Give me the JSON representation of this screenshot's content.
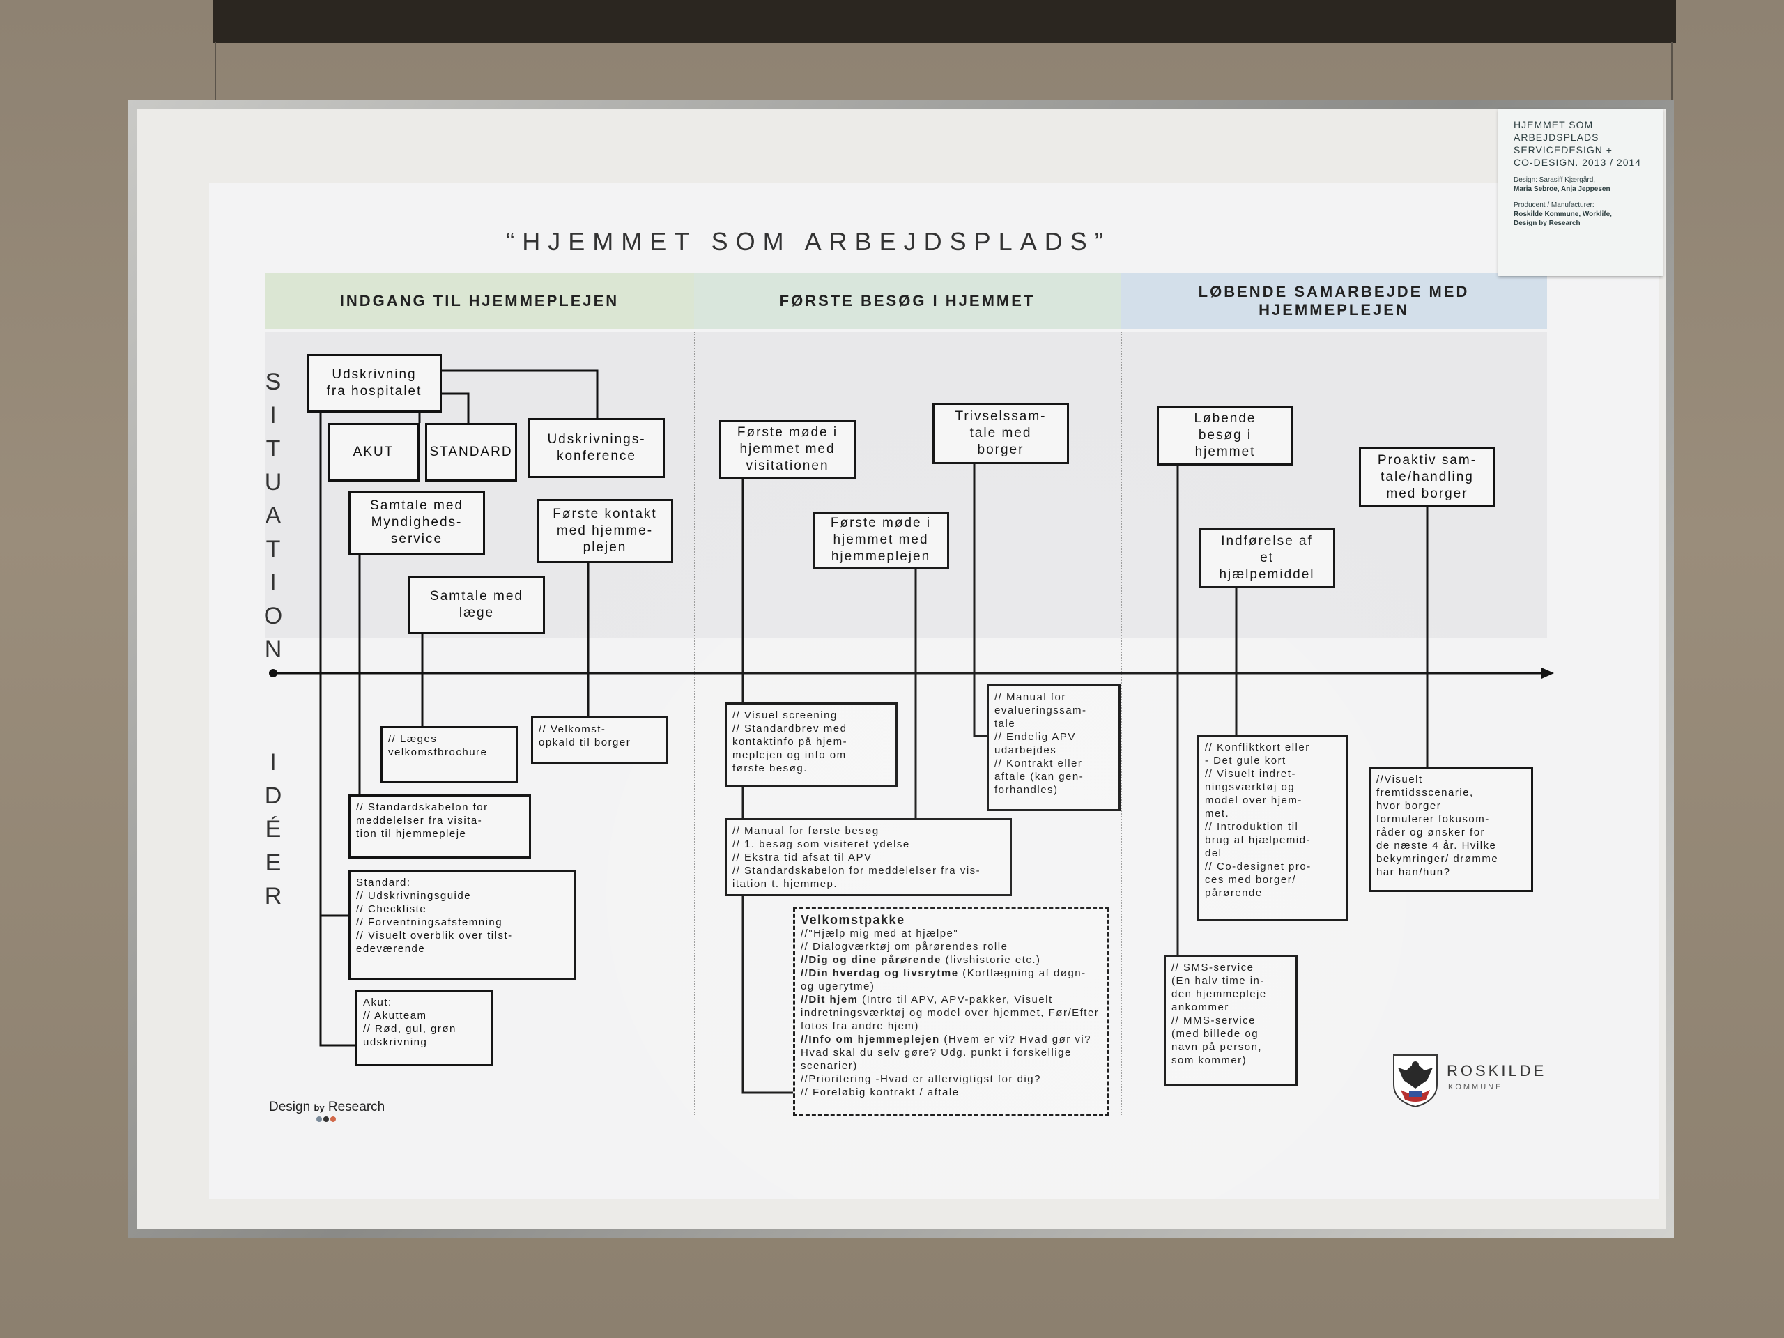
{
  "poster": {
    "title": "“HJEMMET SOM ARBEJDSPLADS”",
    "phases": [
      {
        "label": "INDGANG TIL HJEMMEPLEJEN",
        "color": "#dbe6d3"
      },
      {
        "label": "FØRSTE BESØG I HJEMMET",
        "color": "#d9e6dc"
      },
      {
        "label": "LØBENDE SAMARBEJDE MED\nHJEMMEPLEJEN",
        "color": "#d3dfea"
      }
    ],
    "row_labels": {
      "situation": "SITUATION",
      "ideer": "IDÉER"
    },
    "situations": {
      "udskrivning": "Udskrivning\nfra hospitalet",
      "akut": "AKUT",
      "standard": "STANDARD",
      "konference": "Udskrivnings-\nkonference",
      "myndighed": "Samtale med\nMyndigheds-\nservice",
      "laege": "Samtale med\nlæge",
      "kontakt": "Første kontakt\nmed hjemme-\nplejen",
      "visitation": "Første møde i\nhjemmet med\nvisitationen",
      "hjemmepleje": "Første møde i\nhjemmet med\nhjemmeplejen",
      "trivsel": "Trivselssam-\ntale med\nborger",
      "lobende": "Løbende\nbesøg i\nhjemmet",
      "hjaelpemiddel": "Indførelse af\net\nhjælpemiddel",
      "proaktiv": "Proaktiv sam-\ntale/handling\nmed borger"
    },
    "ideas": {
      "laeges": "// Læges\nvelkomstbrochure",
      "velkomst_opkald": "// Velkomst-\nopkald til borger",
      "standardskabelon": "// Standardskabelon for\nmeddelelser fra visita-\ntion til hjemmepleje",
      "standard": "Standard:\n// Udskrivningsguide\n// Checkliste\n// Forventningsafstemning\n// Visuelt overblik over tilst-\nedeværende",
      "akut": "Akut:\n// Akutteam\n// Rød, gul, grøn\nudskrivning",
      "visuel": "// Visuel screening\n// Standardbrev med\nkontaktinfo på hjem-\nmeplejen og info om\nførste besøg.",
      "manual_forste": "// Manual for første besøg\n// 1. besøg som visiteret ydelse\n// Ekstra tid afsat til APV\n// Standardskabelon for meddelelser fra vis-\nitation t. hjemmep.",
      "manual_eval": "// Manual for\nevalueringssam-\ntale\n// Endelig APV\nudarbejdes\n// Kontrakt eller\naftale (kan gen-\nforhandles)",
      "velkomstpakke": {
        "title": "Velkomstpakke",
        "lines": [
          {
            "bold": "",
            "text": "//\"Hjælp mig med at hjælpe\""
          },
          {
            "bold": "",
            "text": "// Dialogværktøj om pårørendes rolle"
          },
          {
            "bold": "//Dig og dine pårørende",
            "text": " (livshistorie etc.)"
          },
          {
            "bold": "//Din hverdag og livsrytme",
            "text": " (Kortlægning af døgn- og ugerytme)"
          },
          {
            "bold": "//Dit hjem",
            "text": " (Intro til APV, APV-pakker, Visuelt indretningsværktøj og model over hjemmet, Før/Efter fotos fra andre hjem)"
          },
          {
            "bold": "//Info om hjemmeplejen",
            "text": " (Hvem er vi? Hvad gør vi? Hvad skal du selv gøre? Udg. punkt i forskellige scenarier)"
          },
          {
            "bold": "",
            "text": "//Prioritering -Hvad er allervigtigst for dig?"
          },
          {
            "bold": "",
            "text": "// Foreløbig kontrakt / aftale"
          }
        ]
      },
      "konfliktkort": "// Konfliktkort eller\n- Det gule kort\n// Visuelt indret-\nningsværktøj og\nmodel over hjem-\nmet.\n// Introduktion til\nbrug af hjælpemid-\ndel\n// Co-designet pro-\nces med borger/\npårørende",
      "fremtid": "//Visuelt\nfremtidsscenarie,\nhvor borger\nformulerer fokusom-\nråder og  ønsker for\nde næste 4 år. Hvilke\nbekymringer/ drømme\nhar han/hun?",
      "sms": "// SMS-service\n(En halv time in-\nden hjemmepleje\nankommer\n// MMS-service\n(med billede og\nnavn på person,\nsom kommer)"
    },
    "footer": {
      "design_by": "Design",
      "by": "by",
      "research": "Research",
      "roskilde": "ROSKILDE",
      "kommune": "KOMMUNE"
    }
  },
  "label_card": {
    "title": "HJEMMET SOM\nARBEJDSPLADS\nSERVICEDESIGN +\nCO-DESIGN. 2013 / 2014",
    "design_line": "Design: Sarasiff Kjærgård,",
    "design_line2": "Maria Sebroe, Anja Jeppesen",
    "producer_label": "Producent / Manufacturer:",
    "producer": "Roskilde Kommune, Worklife,",
    "producer2": "Design by Research"
  }
}
